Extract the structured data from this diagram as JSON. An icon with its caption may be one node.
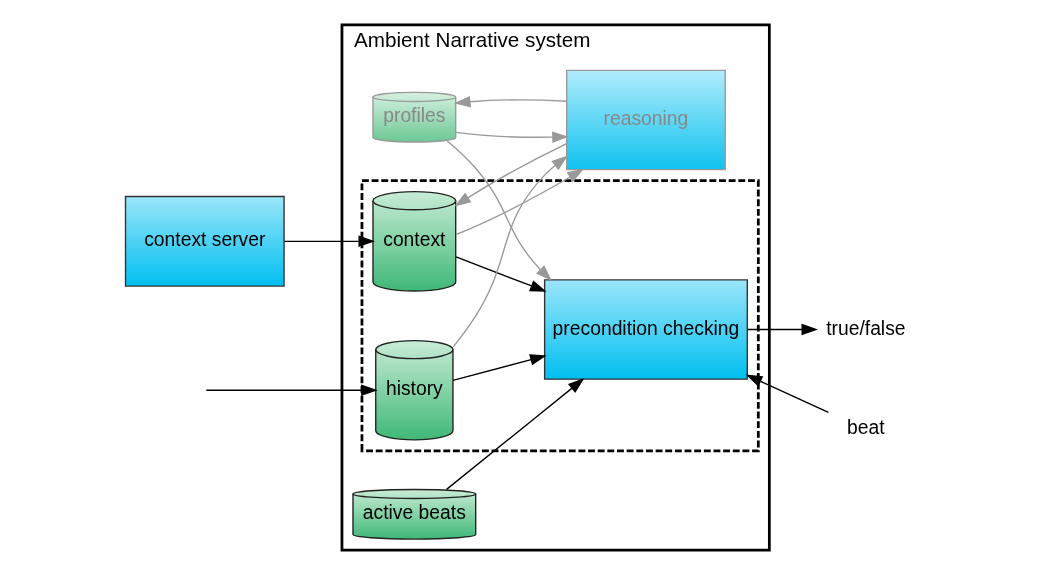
{
  "diagram": {
    "nodes": [
      {
        "text": [
          "Ambient Narrative system"
        ]
      },
      {
        "text": [
          "profiles"
        ],
        "in": 0
      },
      {
        "text": [
          "active beats"
        ],
        "in": 0
      },
      {
        "text": [],
        "shape": "box",
        "in": 0
      },
      {
        "text": [
          "reasoning"
        ],
        "in": 0
      },
      {
        "text": [
          "context"
        ],
        "in": 3
      },
      {
        "text": [
          "precondition checking"
        ],
        "in": 3
      },
      {
        "text": [
          "history"
        ],
        "in": 3
      },
      {
        "text": [
          "context server"
        ]
      },
      {
        "text": [
          "beat"
        ]
      },
      {
        "text": [
          "true/false"
        ]
      }
    ],
    "edges": [
      {
        "from": 1,
        "to": 4,
        "arrow": "to",
        "color": "#999999"
      },
      {
        "from": 4,
        "to": 1,
        "arrow": "to",
        "color": "#999999"
      },
      {
        "from": 1,
        "to": 6,
        "arrow": "to",
        "color": "#999999"
      },
      {
        "from": 2,
        "to": 6,
        "arrow": "to"
      },
      {
        "from": 5,
        "to": 4,
        "arrow": "to",
        "color": "#999999"
      },
      {
        "from": 4,
        "to": 5,
        "arrow": "to",
        "color": "#999999"
      },
      {
        "from": 5,
        "to": 6,
        "arrow": "to"
      },
      {
        "from": 8,
        "to": 5,
        "arrow": "to"
      },
      {
        "from": 7,
        "to": 4,
        "arrow": "to",
        "color": "#999999"
      },
      {
        "from": 7,
        "to": 6,
        "arrow": "to"
      },
      {
        "from": null,
        "to": 7,
        "arrow": "to"
      },
      {
        "from": 9,
        "to": 6,
        "arrow": "to"
      },
      {
        "from": 6,
        "to": 10,
        "arrow": "to"
      }
    ]
  }
}
